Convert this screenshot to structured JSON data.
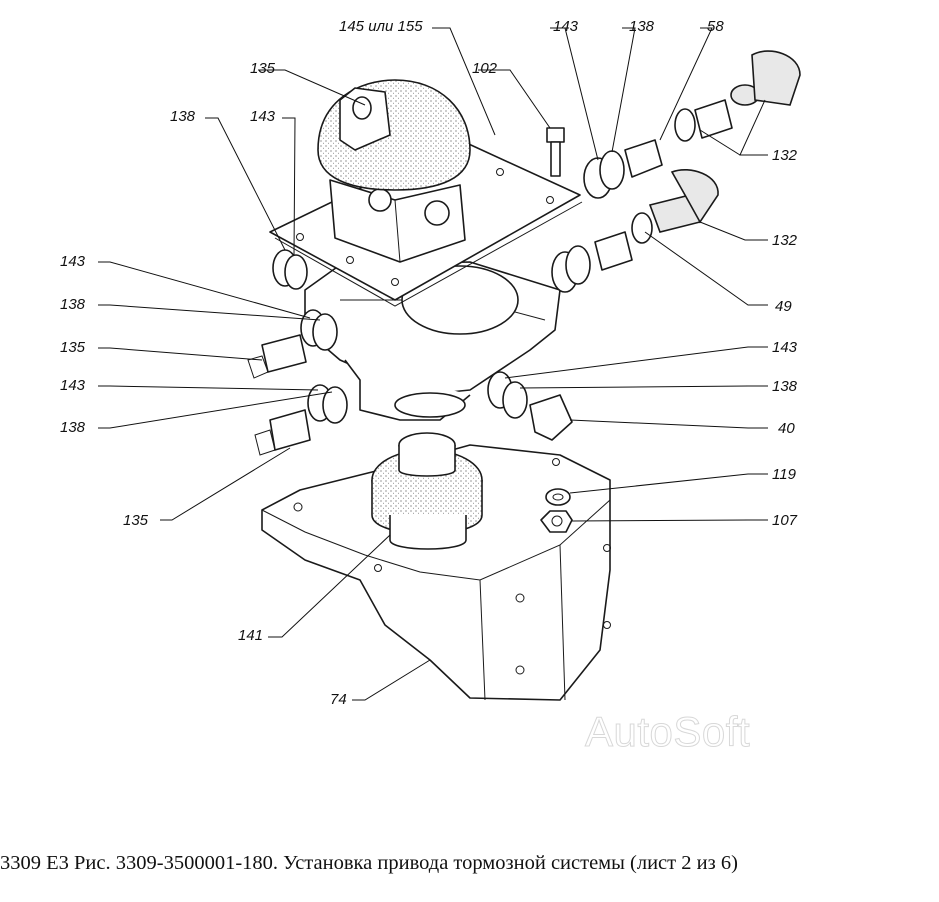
{
  "caption": "3309 Е3 Рис. 3309-3500001-180. Установка привода тормозной системы (лист 2 из 6)",
  "watermark": "AutoSoft",
  "callouts": {
    "c145_155": "145 или 155",
    "c143_top": "143",
    "c138_top": "138",
    "c58": "58",
    "c135_top": "135",
    "c102": "102",
    "c138_ul": "138",
    "c143_ul": "143",
    "c132_a": "132",
    "c132_b": "132",
    "c143_l1": "143",
    "c49": "49",
    "c138_l1": "138",
    "c135_l": "135",
    "c143_r": "143",
    "c143_l2": "143",
    "c138_r": "138",
    "c138_l2": "138",
    "c40": "40",
    "c119": "119",
    "c135_bl": "135",
    "c107": "107",
    "c141": "141",
    "c74": "74"
  }
}
